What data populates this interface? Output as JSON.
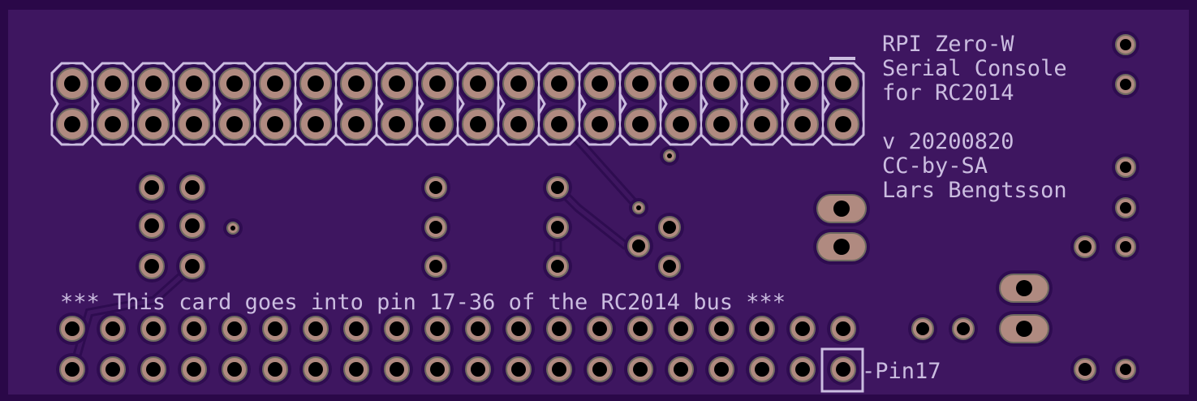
{
  "title_block": {
    "lines": [
      "RPI Zero-W",
      "Serial Console",
      "for RC2014",
      "",
      "v 20200820",
      "CC-by-SA",
      "Lars Bengtsson"
    ]
  },
  "bus_note": "*** This card goes into pin 17-36 of the RC2014 bus ***",
  "pin_label": "-Pin17",
  "colors": {
    "board": "#3e1660",
    "board_edge": "#2a0848",
    "copper_clearance": "#2e0c50",
    "pad": "#b08a80",
    "pad_ring": "#6e6a60",
    "hole": "#000000",
    "silkscreen": "#cbbde0"
  }
}
